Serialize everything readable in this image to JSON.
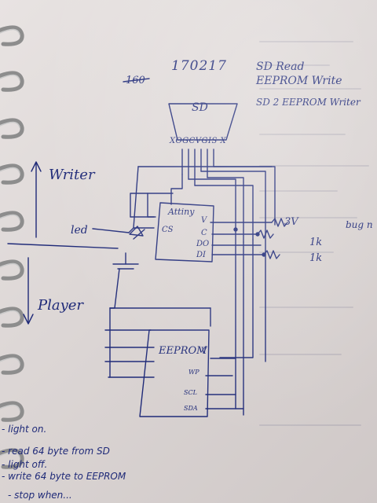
{
  "header": {
    "date": "170217",
    "crossed_number": "160",
    "title_lines": [
      "SD Read",
      "EEPROM Write"
    ],
    "subtitle": "SD 2 EEPROM Writer"
  },
  "sd": {
    "label": "SD",
    "pins": "XOGCVGIS X"
  },
  "labels": {
    "writer": "Writer",
    "player": "Player",
    "led": "led",
    "bug": "bug n"
  },
  "attiny": {
    "name": "Attiny",
    "pin_v": "V",
    "pin_c": "C",
    "pin_do": "DO",
    "pin_di": "DI",
    "pin_cs": "CS"
  },
  "eeprom": {
    "name": "EEPROM",
    "pin_v": "V",
    "pin_wp": "WP",
    "pin_scl": "SCL",
    "pin_sda": "SDA"
  },
  "resistors": {
    "v3": "3V",
    "r1": "1k",
    "r2": "1k"
  },
  "notes": [
    "- light on.",
    "- read 64 byte from SD",
    "- light off.",
    "- write 64 byte to EEPROM",
    "- stop when..."
  ]
}
